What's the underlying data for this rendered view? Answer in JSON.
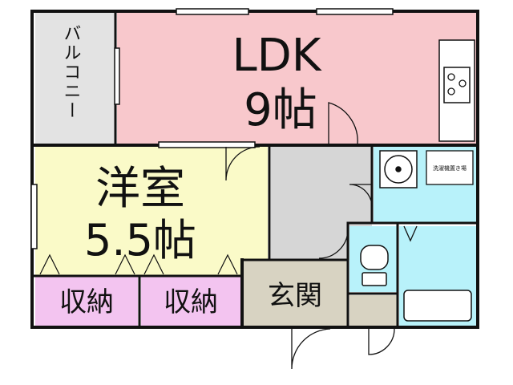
{
  "rooms": {
    "balcony": {
      "label": "バルコニー",
      "color": "#e3e3e3"
    },
    "ldk": {
      "label": "LDK",
      "size": "9帖",
      "color": "#f8c8cc"
    },
    "western_room": {
      "label": "洋室",
      "size": "5.5帖",
      "color": "#fafac8"
    },
    "storage_1": {
      "label": "収納",
      "color": "#f3c4f0"
    },
    "storage_2": {
      "label": "収納",
      "color": "#f3c4f0"
    },
    "entrance": {
      "label": "玄関",
      "color": "#d8d3c2"
    },
    "hall": {
      "color": "#d6d6d6"
    },
    "washroom": {
      "color": "#b8f2fa"
    },
    "toilet": {
      "color": "#b8f2fa"
    },
    "bathroom": {
      "color": "#b8f2fa"
    }
  },
  "fixtures": {
    "washing_machine_area": "洗濯機置き場"
  }
}
